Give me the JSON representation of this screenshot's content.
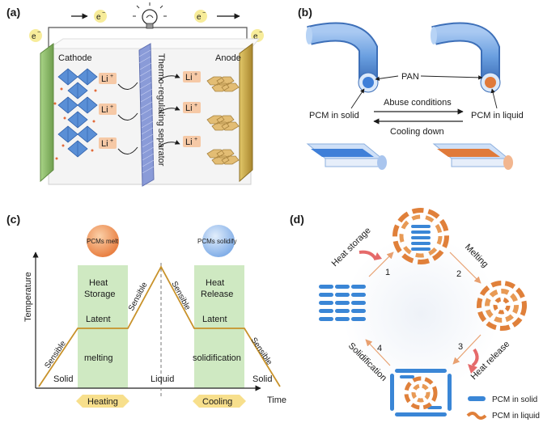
{
  "panel_a": {
    "label": "(a)",
    "electron": "e",
    "electron_sup": "−",
    "cathode": "Cathode",
    "anode": "Anode",
    "separator": "Thermo-regulating separator",
    "li_ion": "Li",
    "li_sup": "+",
    "colors": {
      "cathode_plate": "#8fbf6a",
      "anode_plate": "#c9a94a",
      "separator": "#8a9bd8",
      "ion_tag": "#f6c9a6",
      "crystal": "#5a8fd6",
      "graphite": "#e3bd74"
    }
  },
  "panel_b": {
    "label": "(b)",
    "pan": "PAN",
    "pcm_solid": "PCM in solid",
    "pcm_liquid": "PCM in liquid",
    "abuse": "Abuse conditions",
    "cooling": "Cooling down",
    "colors": {
      "fiber": "#6a9fe0",
      "pcm_solid": "#3f7fd8",
      "pcm_liquid": "#e07a3a"
    }
  },
  "panel_c": {
    "label": "(c)",
    "pcms_melt": "PCMs melt",
    "pcms_solidify": "PCMs solidify",
    "y_axis": "Temperature",
    "x_axis": "Time",
    "heat_storage_1": "Heat",
    "heat_storage_2": "Storage",
    "heat_release_1": "Heat",
    "heat_release_2": "Release",
    "latent": "Latent",
    "sensible": "Sensible",
    "melting": "melting",
    "solidification": "solidification",
    "solid": "Solid",
    "liquid": "Liquid",
    "heating": "Heating",
    "cooling": "Cooling",
    "colors": {
      "zone": "#cfe9c2",
      "curve": "#c8922a",
      "arrow": "#f7df8c",
      "melt_ball": "#f08a4a",
      "solid_ball": "#8fb9ee"
    }
  },
  "panel_d": {
    "label": "(d)",
    "heat_storage": "Heat storage",
    "melting": "Melting",
    "heat_release": "Heat release",
    "solidification": "Solidification",
    "step1": "1",
    "step2": "2",
    "step3": "3",
    "step4": "4",
    "legend_solid": "PCM in solid",
    "legend_liquid": "PCM in liquid",
    "colors": {
      "rod": "#3a86d6",
      "worm": "#e0803a",
      "heat_arrow": "#e56a6a"
    }
  }
}
